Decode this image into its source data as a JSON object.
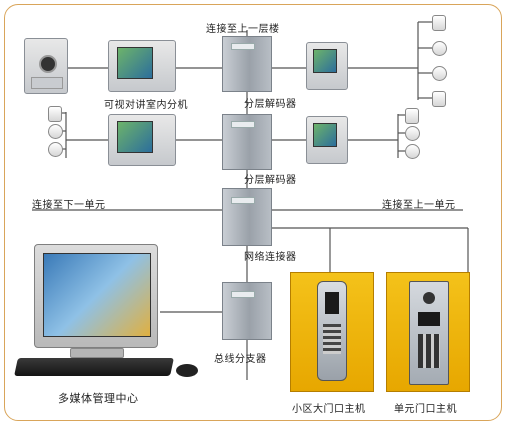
{
  "labels": {
    "upper_floor": "连接至上一层楼",
    "indoor_unit": "可视对讲室内分机",
    "decoder_1": "分层解码器",
    "decoder_2": "分层解码器",
    "to_lower_unit": "连接至下一单元",
    "to_upper_unit": "连接至上一单元",
    "network_connector": "网络连接器",
    "bus_splitter": "总线分支器",
    "management_center": "多媒体管理中心",
    "community_gate": "小区大门口主机",
    "unit_gate": "单元门口主机"
  },
  "colors": {
    "frame": "#d9a55a",
    "line": "#555555",
    "gate_panel": "#f1b400"
  },
  "icons": [
    "door-camera-icon",
    "indoor-monitor-icon",
    "decoder-icon",
    "sensor-icon",
    "computer-icon",
    "keyboard-icon",
    "mouse-icon",
    "door-station-icon"
  ]
}
